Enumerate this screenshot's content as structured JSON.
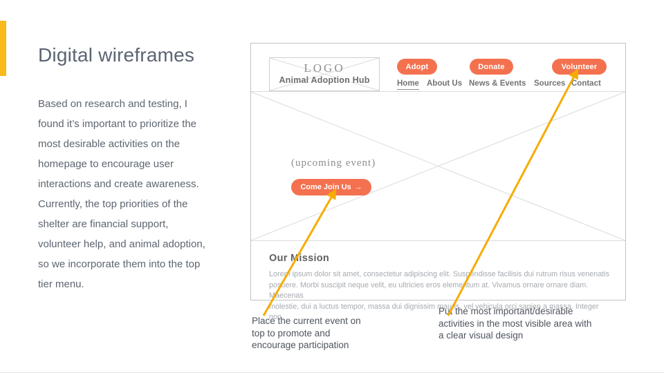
{
  "slide": {
    "title": "Digital wireframes",
    "body": "Based on research and testing, I\nfound it’s important to prioritize the\nmost desirable activities on the\nhomepage to encourage user\ninteractions and create awareness.\nCurrently, the top priorities of the\nshelter are financial support,\nvolunteer help, and animal adoption,\nso we incorporate them into the top\ntier menu.",
    "accent_color": "#F8BA18"
  },
  "wireframe": {
    "logo_text": "LOGO",
    "logo_subtext": "Animal Adoption Hub",
    "buttons": [
      {
        "label": "Adopt"
      },
      {
        "label": "Donate"
      },
      {
        "label": "Volunteer"
      }
    ],
    "nav": [
      {
        "label": "Home"
      },
      {
        "label": "About Us"
      },
      {
        "label": "News & Events"
      },
      {
        "label": "Sources"
      },
      {
        "label": "Contact"
      }
    ],
    "hero_caption": "(upcoming event)",
    "hero_cta": "Come Join Us",
    "hero_cta_arrow": "→",
    "mission_heading": "Our Mission",
    "mission_body": "Lorem ipsum dolor sit amet, consectetur adipiscing elit. Suspendisse facilisis dui rutrum risus venenatis\nposuere. Morbi suscipit neque velit, eu ultricies eros elementum at. Vivamus ornare ornare diam. Maecenas\nmolestie, dui a luctus tempor, massa dui dignissim mauris, vel vehicula orci sapien a massa. Integer non",
    "accent_color": "#F4714F"
  },
  "annotations": {
    "callout_event": "Place the current event on\ntop to promote and\nencourage participation",
    "callout_menu": "Put the most important/desirable\nactivities in the most visible area with\na clear visual design",
    "arrow_color": "#F6AC01"
  }
}
